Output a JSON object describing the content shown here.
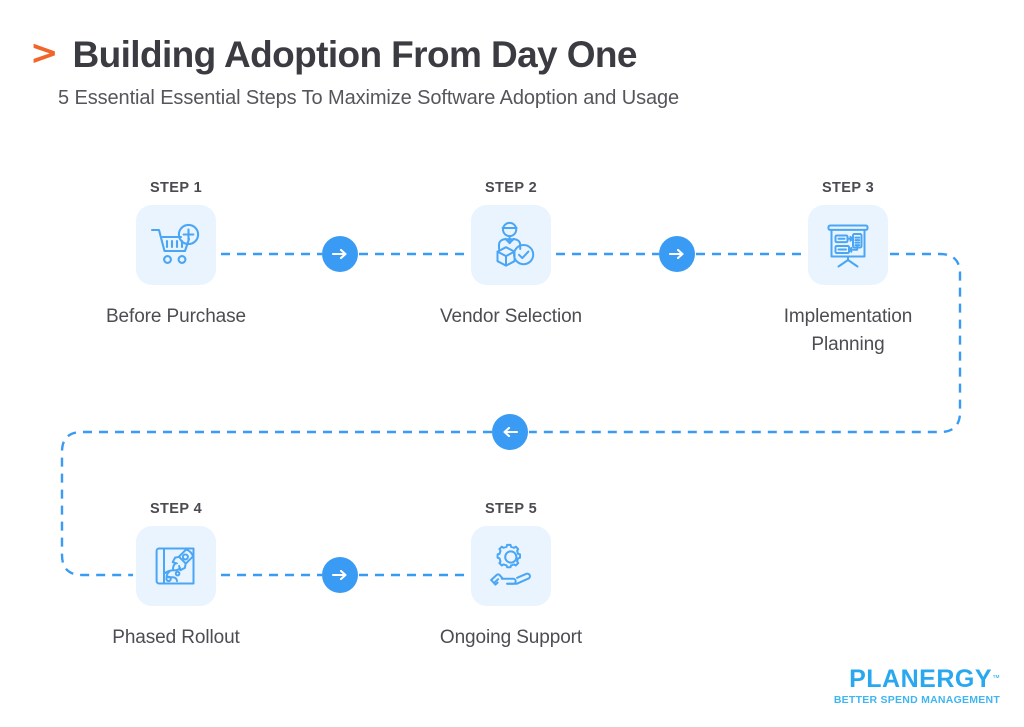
{
  "header": {
    "chevron": "&gt;",
    "title": "Building Adoption From Day One",
    "subtitle": "5 Essential Essential Steps To Maximize Software Adoption and Usage"
  },
  "colors": {
    "accent_orange": "#f2652a",
    "accent_blue": "#3a9bf4",
    "tile_bg": "#e9f4fe",
    "icon_stroke": "#3a9bf4",
    "title_text": "#3b3b42",
    "body_text": "#4c4d53",
    "logo_blue": "#2aa8ef"
  },
  "steps": [
    {
      "kicker": "STEP 1",
      "label": "Before Purchase",
      "icon": "shopping-cart-plus-icon"
    },
    {
      "kicker": "STEP 2",
      "label": "Vendor Selection",
      "icon": "vendor-person-check-icon"
    },
    {
      "kicker": "STEP 3",
      "label": "Implementation\nPlanning",
      "icon": "presentation-board-icon"
    },
    {
      "kicker": "STEP 4",
      "label": "Phased Rollout",
      "icon": "rocket-blueprint-icon"
    },
    {
      "kicker": "STEP 5",
      "label": "Ongoing Support",
      "icon": "hand-gear-icon"
    }
  ],
  "connectors": [
    {
      "name": "arrow-step1-to-step2",
      "direction": "right"
    },
    {
      "name": "arrow-step2-to-step3",
      "direction": "right"
    },
    {
      "name": "arrow-step3-to-step4",
      "direction": "left"
    },
    {
      "name": "arrow-step4-to-step5",
      "direction": "right"
    }
  ],
  "logo": {
    "word_pre": "PL",
    "word_a": "A",
    "word_post": "NERGY",
    "tm": "™",
    "tagline": "BETTER SPEND MANAGEMENT"
  }
}
